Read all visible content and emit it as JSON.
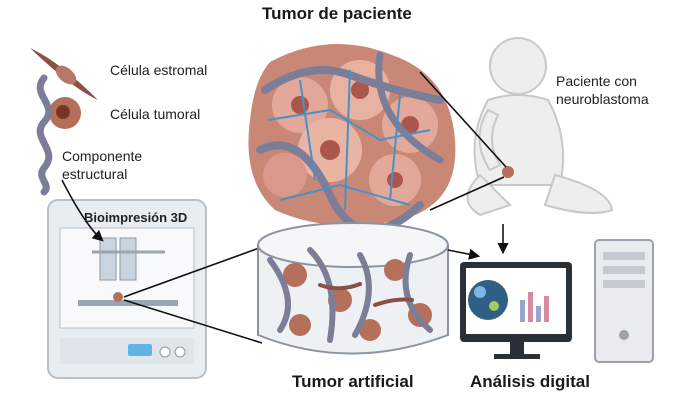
{
  "titles": {
    "patient_tumor": "Tumor de paciente",
    "bioprinting": "Bioimpresión 3D",
    "artificial_tumor": "Tumor artificial",
    "digital_analysis": "Análisis digital"
  },
  "legend": {
    "stromal_cell": "Célula estromal",
    "tumor_cell": "Célula tumoral",
    "structural_line1": "Componente",
    "structural_line2": "estructural"
  },
  "patient": {
    "line1": "Paciente con",
    "line2": "neuroblastoma"
  },
  "colors": {
    "stromal": "#8a5046",
    "tumor_outer": "#b4705a",
    "tumor_inner": "#7a3424",
    "structural": "#7c7d96",
    "tumor_mass": "#e2a99a",
    "vessels": "#4a90c8",
    "printer": "#e8edf2",
    "monitor": "#2b2f38"
  }
}
